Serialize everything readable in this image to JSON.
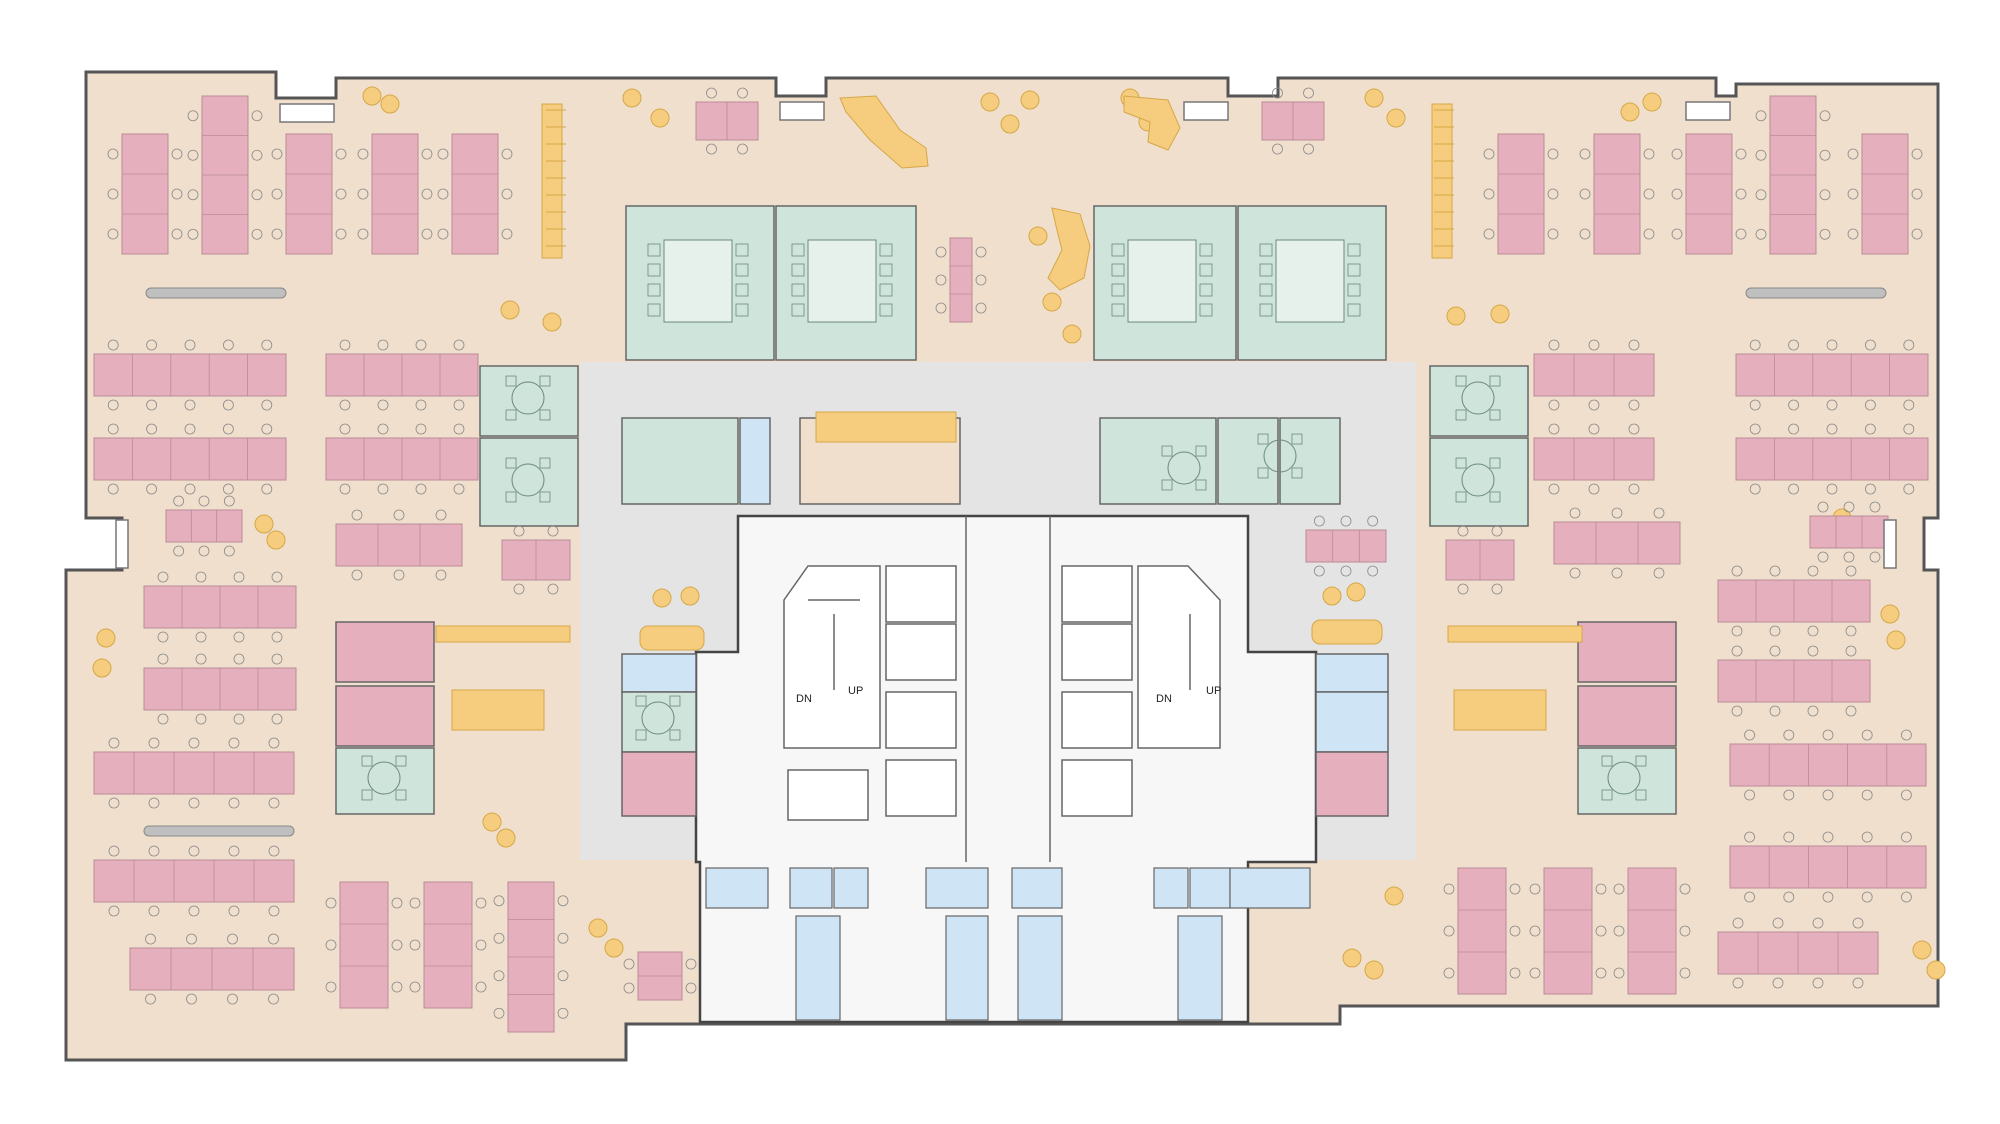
{
  "stair_labels": {
    "left_down": "DN",
    "left_up": "UP",
    "right_down": "DN",
    "right_up": "UP"
  },
  "colors": {
    "open_office": "#efdfcc",
    "desk": "#e6afbd",
    "desk_stroke": "#b98b99",
    "meeting_green": "#cfe4da",
    "lounge_yellow": "#f6cd7e",
    "lounge_stroke": "#d5a748",
    "core": "#f7f7f7",
    "circulation": "#e4e4e4",
    "restroom_blue": "#cfe4f5",
    "wall": "#555555",
    "chair": "#8a8a8a"
  }
}
